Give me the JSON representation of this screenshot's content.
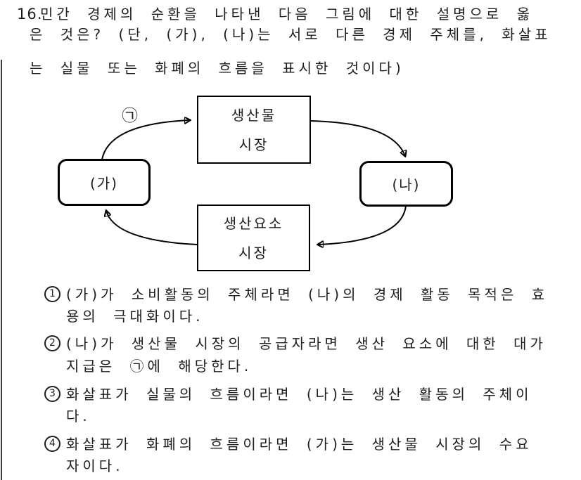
{
  "question": {
    "number": "16.",
    "lines": [
      "민간 경제의 순환을 나타낸 다음 그림에 대한 설명으로 옳",
      "은 것은? (단, (가), (나)는 서로 다른 경제 주체를, 화살표",
      "는 실물 또는 화폐의 흐름을 표시한 것이다)"
    ]
  },
  "diagram": {
    "product_market": {
      "line1": "생산물",
      "line2": "시장"
    },
    "factor_market": {
      "line1": "생산요소",
      "line2": "시장"
    },
    "left_entity": "(가)",
    "right_entity": "(나)",
    "arrow_label": "㉠"
  },
  "options": [
    {
      "num": "1",
      "line1": "(가)가 소비활동의 주체라면 (나)의 경제 활동 목적은 효",
      "line2": "용의 극대화이다."
    },
    {
      "num": "2",
      "line1": "(나)가 생산물 시장의 공급자라면 생산 요소에 대한 대가",
      "line2": "지급은 ㉠에 해당한다."
    },
    {
      "num": "3",
      "line1": "화살표가 실물의 흐름이라면 (나)는 생산 활동의 주체이",
      "line2": "다."
    },
    {
      "num": "4",
      "line1": "화살표가 화폐의 흐름이라면 (가)는 생산물 시장의 수요",
      "line2": "자이다."
    }
  ],
  "colors": {
    "text": "#1e1e1e",
    "diagram_line": "#000000",
    "left_rule": "#3c3c3c",
    "background": "#ffffff"
  }
}
